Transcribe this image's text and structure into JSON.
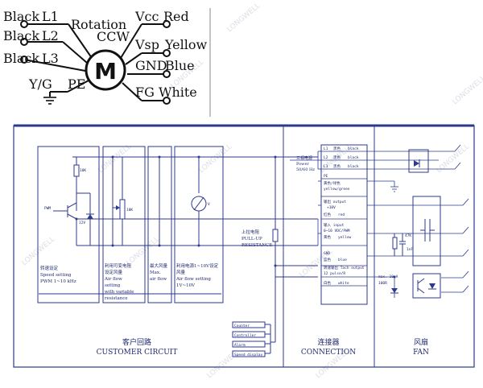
{
  "motor": {
    "symbol": "M",
    "rotation": "Rotation",
    "direction": "CCW",
    "left_wires": [
      {
        "color": "Black",
        "signal": "L1"
      },
      {
        "color": "Black",
        "signal": "L2"
      },
      {
        "color": "Black",
        "signal": "L3"
      },
      {
        "color": "Y/G",
        "signal": "PE"
      }
    ],
    "right_wires": [
      {
        "signal": "Vcc",
        "color": "Red"
      },
      {
        "signal": "Vsp",
        "color": "Yellow"
      },
      {
        "signal": "GND",
        "color": "Blue"
      },
      {
        "signal": "FG",
        "color": "White"
      }
    ]
  },
  "circuit": {
    "sections": [
      {
        "name_cn": "客户回路",
        "name_en": "CUSTOMER CIRCUIT"
      },
      {
        "name_cn": "连接器",
        "name_en": "CONNECTION"
      },
      {
        "name_cn": "风扇",
        "name_en": "FAN"
      }
    ],
    "speed_setting": {
      "cn": "转速设定",
      "en1": "Speed setting",
      "en2": "PWM 1~10 kHz",
      "pwm_label": "PWM",
      "resistor": "10K",
      "zener": "12V"
    },
    "variable_resistance": {
      "cn1": "利用可变电阻",
      "cn2": "设定风量",
      "en1": "Air flow",
      "en2": "setting",
      "en3": "with variable",
      "en4": "resistance",
      "resistor": "10K"
    },
    "max_airflow": {
      "cn": "最大风量",
      "en1": "Max.",
      "en2": "air flow"
    },
    "voltage_setting": {
      "cn1": "利用电源1~10V设定",
      "cn2": "风量",
      "en1": "Air flow setting",
      "en2": "1V~10V",
      "meter": "V"
    },
    "pullup": {
      "cn": "上拉电阻",
      "en1": "PULL-UP",
      "en2": "RESISTANCE"
    },
    "outputs": [
      "Counter",
      "Controller",
      "Alarm",
      "Speed display"
    ],
    "connection": {
      "power_cn": "三相电源",
      "power_en": "Power",
      "power_freq": "50/60 Hz",
      "l1": {
        "pin": "L1",
        "cn": "黑色",
        "en": "black"
      },
      "l2": {
        "pin": "L2",
        "cn": "黑色",
        "en": "black"
      },
      "l3": {
        "pin": "L3",
        "cn": "黑色",
        "en": "black"
      },
      "pe": {
        "pin": "PE",
        "cn": "黄色/绿色",
        "en": "yellow/green"
      },
      "output_cn": "输出 output",
      "output_v": "+10V",
      "red": {
        "cn": "红色",
        "en": "red"
      },
      "input_cn": "输入 input",
      "input_range": "0~10 VDC/PWM",
      "yellow": {
        "cn": "黄色",
        "en": "yellow"
      },
      "gnd": "GND",
      "blue": {
        "cn": "蓝色",
        "en": "blue"
      },
      "tach_cn": "转速输出 Tach output",
      "tach_pulse": "12 pulse/R",
      "white": {
        "cn": "白色",
        "en": "white"
      }
    },
    "fan": {
      "cap_r": "47K",
      "cap_c": "1nF",
      "max_current": "max. 10mA",
      "res": "100R"
    }
  },
  "watermark": "LONGWELL"
}
